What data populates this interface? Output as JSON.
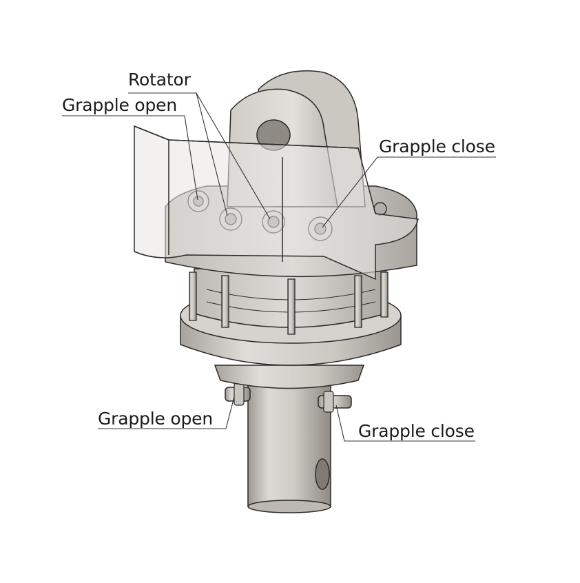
{
  "labels": {
    "rotator": "Rotator",
    "grapple_open_top": "Grapple open",
    "grapple_close_top": "Grapple close",
    "grapple_open_bottom": "Grapple open",
    "grapple_close_bottom": "Grapple close"
  },
  "colors": {
    "metal_light": "#dcd9d4",
    "metal_mid": "#bdb8b1",
    "metal_dark": "#8f8a84",
    "outline": "#2a2a2a",
    "leader": "#333333",
    "guard_fill": "#e4e2df"
  }
}
